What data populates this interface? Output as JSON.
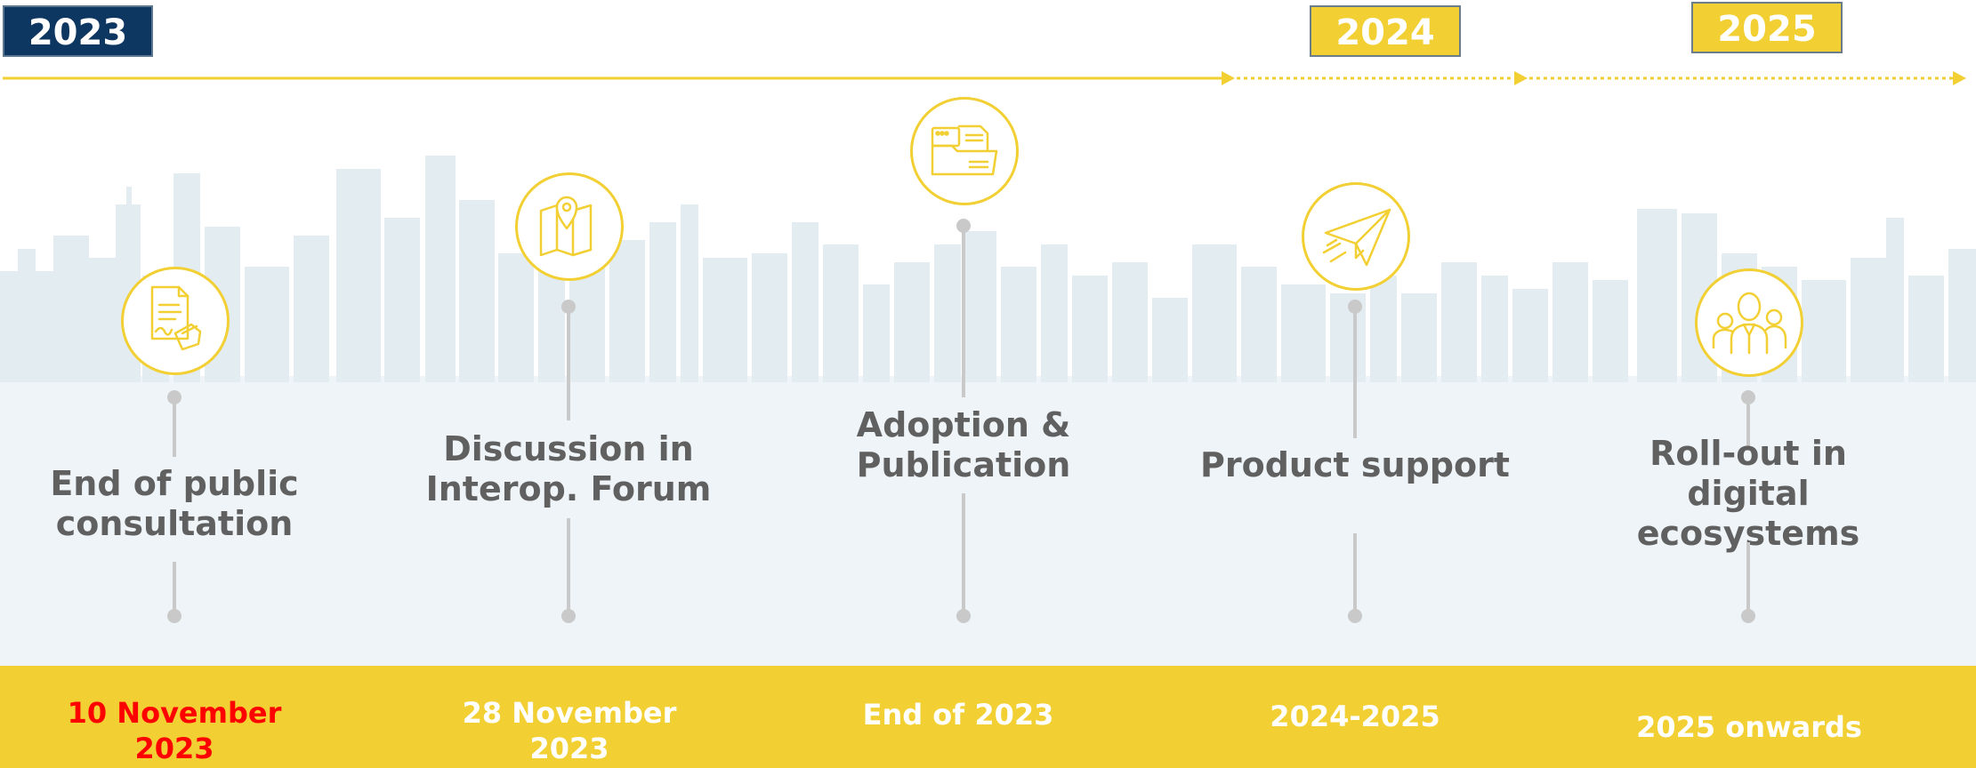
{
  "years": [
    "2023",
    "2024",
    "2025"
  ],
  "colors": {
    "accent_yellow": "#f2cf33",
    "navy": "#0d3660",
    "label_grey": "#606060",
    "stem_grey": "#c9c9c9",
    "skyline": "#e3ecf0",
    "highlight_red": "#ff0000"
  },
  "milestones": [
    {
      "label": "End of public\nconsultation",
      "date": "10 November\n2023",
      "icon": "signed-document-icon",
      "date_highlighted": true
    },
    {
      "label": "Discussion in\nInterop. Forum",
      "date": "28 November\n2023",
      "icon": "map-location-icon",
      "date_highlighted": false
    },
    {
      "label": "Adoption &\nPublication",
      "date": "End of 2023",
      "icon": "folder-documents-icon",
      "date_highlighted": false
    },
    {
      "label": "Product support",
      "date": "2024-2025",
      "icon": "paper-plane-icon",
      "date_highlighted": false
    },
    {
      "label": "Roll-out in\ndigital\necosystems",
      "date": "2025 onwards",
      "icon": "people-group-icon",
      "date_highlighted": false
    }
  ]
}
